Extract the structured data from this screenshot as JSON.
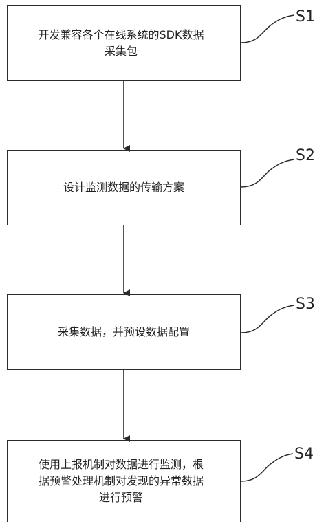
{
  "steps": [
    {
      "label": "S1",
      "text_lines": [
        "开发兼容各个在线系统的SDK数据",
        "采集包"
      ]
    },
    {
      "label": "S2",
      "text_lines": [
        "设计监测数据的传输方案"
      ]
    },
    {
      "label": "S3",
      "text_lines": [
        "采集数据，并预设数据配置"
      ]
    },
    {
      "label": "S4",
      "text_lines": [
        "使用上报机制对数据进行监测，根",
        "据预警处理机制对发现的异常数据",
        "进行预警"
      ]
    }
  ]
}
